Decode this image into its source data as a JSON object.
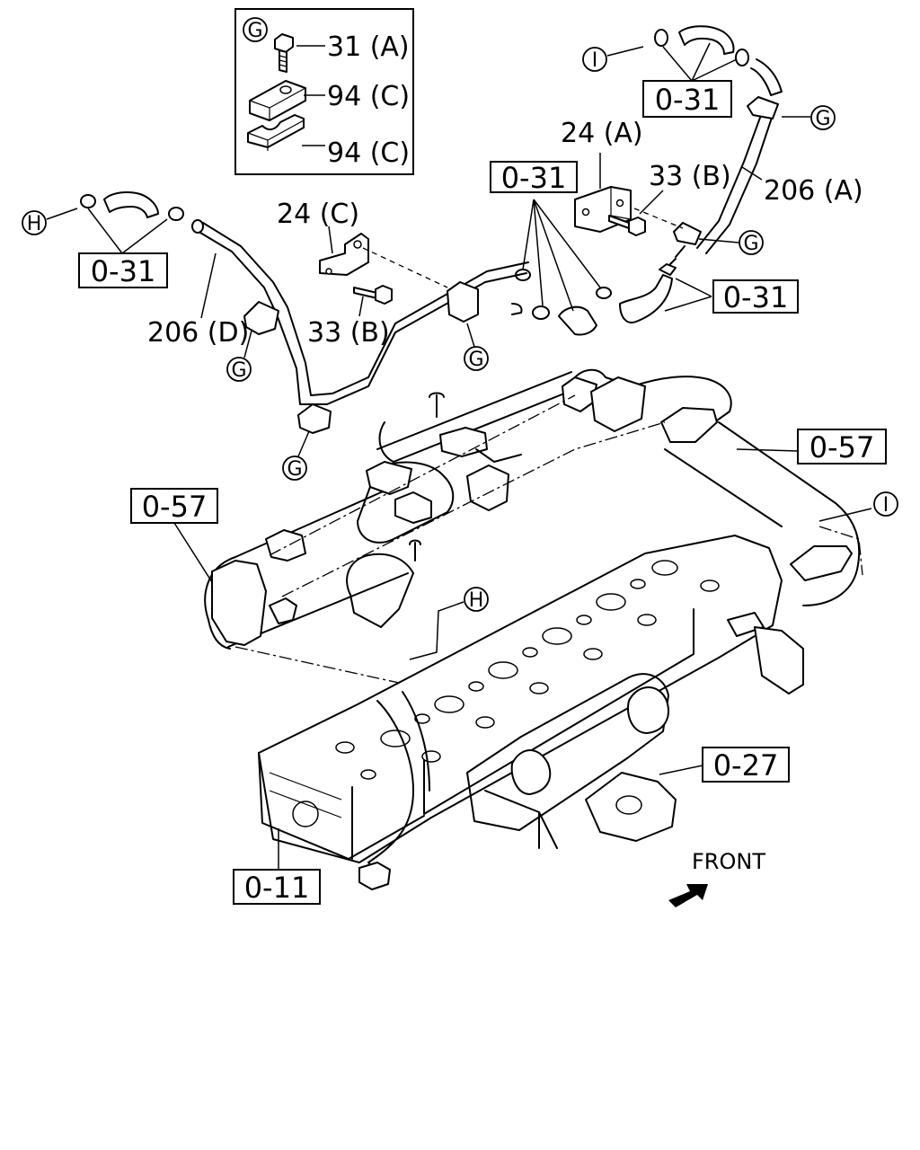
{
  "inset": {
    "key_letter": "G",
    "items": [
      "31 (A)",
      "94 (C)",
      "94 (C)"
    ]
  },
  "ref_boxes": {
    "top_right": "0-31",
    "upper_middle": "0-31",
    "left": "0-31",
    "right_middle": "0-31",
    "right_cooler": "0-57",
    "left_cooler": "0-57",
    "manifold": "0-27",
    "head": "0-11"
  },
  "part_labels": {
    "bracket_a": "24 (A)",
    "bracket_c": "24 (C)",
    "bolt_b_right": "33 (B)",
    "bolt_b_left": "33 (B)",
    "pipe_a": "206 (A)",
    "pipe_d": "206 (D)"
  },
  "callouts": {
    "i_top": "I",
    "g_right_top": "G",
    "g_right_mid": "G",
    "h_left": "H",
    "g_left_1": "G",
    "g_left_2": "G",
    "g_center": "G",
    "i_right": "I",
    "h_center": "H"
  },
  "front_label": "FRONT"
}
